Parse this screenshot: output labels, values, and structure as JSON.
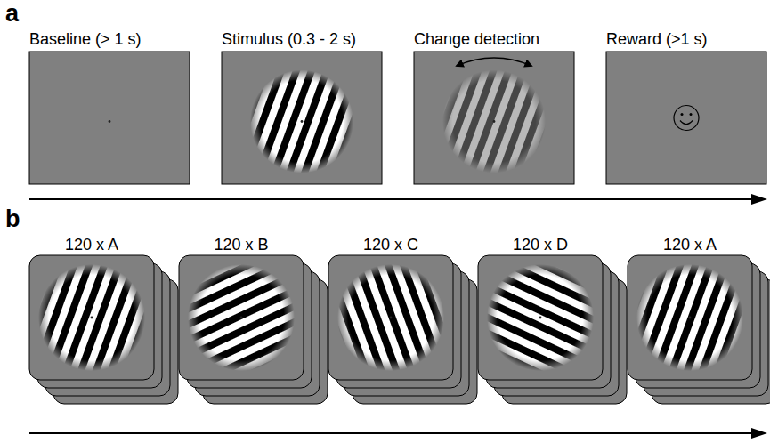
{
  "diagram": {
    "nodes": [
      {
        "text": [
          "Baseline (> 1 s)"
        ]
      },
      {
        "text": [
          "Stimulus (0.3 - 2 s)"
        ]
      },
      {
        "text": [
          "Change detection"
        ]
      },
      {
        "text": [
          "Reward (>1 s)"
        ]
      },
      {
        "text": [
          "120 x A"
        ]
      },
      {
        "text": [
          "120 x B"
        ]
      },
      {
        "text": [
          "120 x C"
        ]
      },
      {
        "text": [
          "120 x D"
        ]
      },
      {
        "text": [
          "120 x A"
        ]
      }
    ],
    "labels": [
      "a",
      "b"
    ]
  }
}
